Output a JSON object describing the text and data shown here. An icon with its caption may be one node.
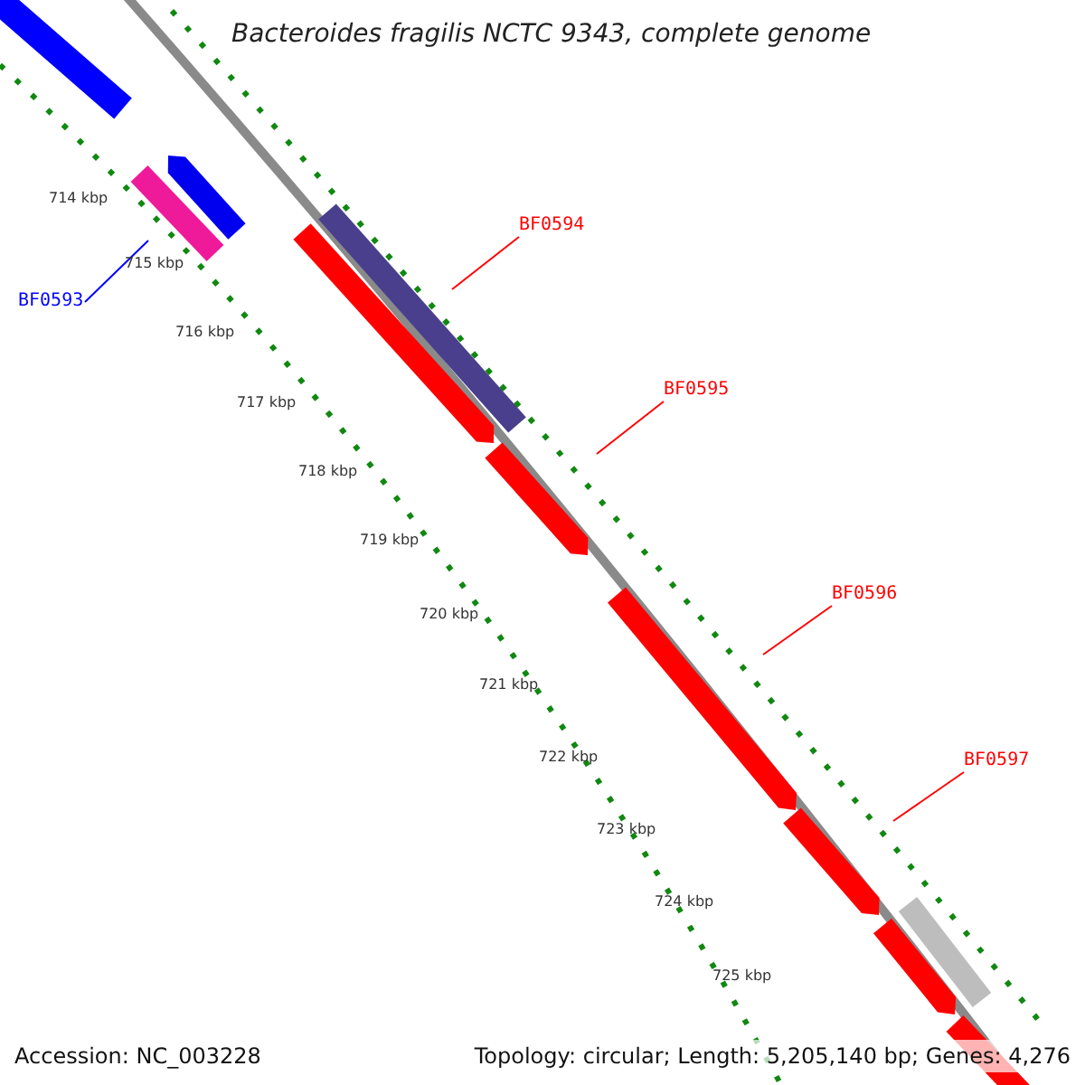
{
  "diagram": {
    "title": "Bacteroides fragilis NCTC 9343, complete genome",
    "nodes": [
      {
        "text": [
          "BF0594"
        ]
      },
      {
        "text": [
          "BF0595"
        ]
      },
      {
        "text": [
          "BF0596"
        ]
      },
      {
        "text": [
          "BF0597"
        ]
      },
      {
        "text": [
          "BF0593"
        ]
      }
    ],
    "edges": [
      {
        "from": 0,
        "to": null,
        "arrow": "none"
      },
      {
        "from": 1,
        "to": null,
        "arrow": "none"
      },
      {
        "from": 2,
        "to": null,
        "arrow": "none"
      },
      {
        "from": 3,
        "to": null,
        "arrow": "none"
      },
      {
        "from": 4,
        "to": null,
        "arrow": "none",
        "color": "#0000ff"
      }
    ],
    "labels": [
      "714 kbp",
      "715 kbp",
      "716 kbp",
      "717 kbp",
      "718 kbp",
      "719 kbp",
      "720 kbp",
      "721 kbp",
      "722 kbp",
      "723 kbp",
      "724 kbp",
      "725 kbp",
      "Accession: NC_003228",
      "Topology: circular; Length: 5,205,140 bp; Genes: 4,276"
    ]
  }
}
